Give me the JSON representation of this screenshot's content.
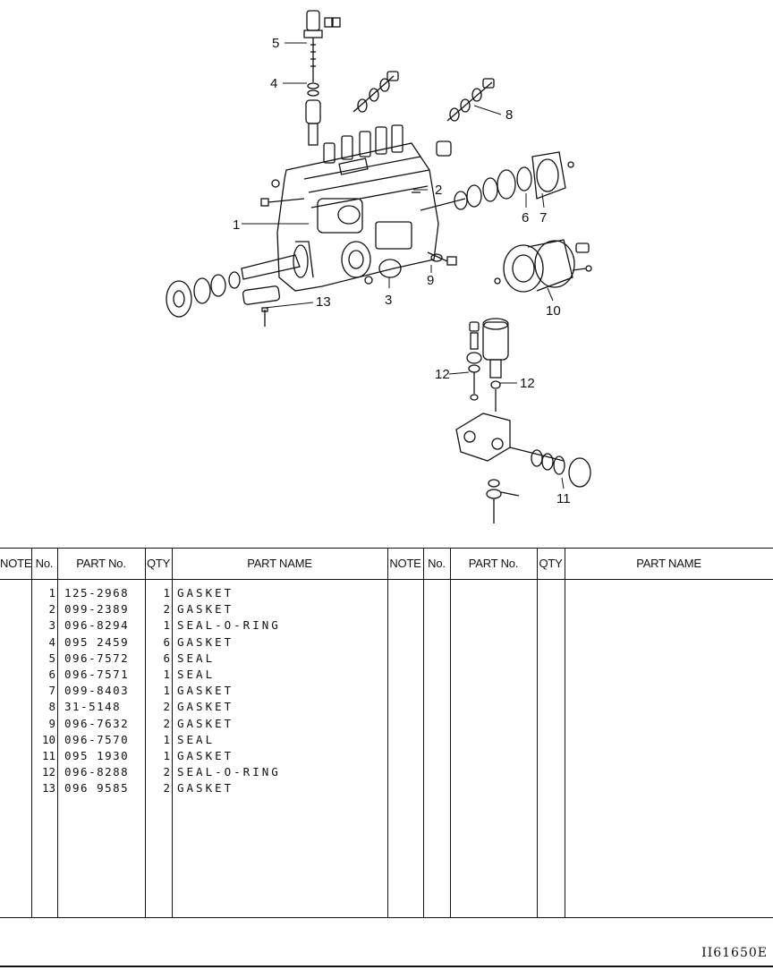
{
  "callouts": [
    "1",
    "2",
    "3",
    "4",
    "5",
    "6",
    "7",
    "8",
    "9",
    "10",
    "11",
    "12",
    "12",
    "13"
  ],
  "table": {
    "headers": [
      "NOTE",
      "No.",
      "PART No.",
      "QTY",
      "PART NAME",
      "NOTE",
      "No.",
      "PART No.",
      "QTY",
      "PART NAME"
    ],
    "rows": [
      {
        "no": "1",
        "part_no": "125-2968",
        "qty": "1",
        "name": "GASKET"
      },
      {
        "no": "2",
        "part_no": "099-2389",
        "qty": "2",
        "name": "GASKET"
      },
      {
        "no": "3",
        "part_no": "096-8294",
        "qty": "1",
        "name": "SEAL-O-RING"
      },
      {
        "no": "4",
        "part_no": "095 2459",
        "qty": "6",
        "name": "GASKET"
      },
      {
        "no": "5",
        "part_no": "096-7572",
        "qty": "6",
        "name": "SEAL"
      },
      {
        "no": "6",
        "part_no": "096-7571",
        "qty": "1",
        "name": "SEAL"
      },
      {
        "no": "7",
        "part_no": "099-8403",
        "qty": "1",
        "name": "GASKET"
      },
      {
        "no": "8",
        "part_no": "31-5148",
        "qty": "2",
        "name": "GASKET"
      },
      {
        "no": "9",
        "part_no": "096-7632",
        "qty": "2",
        "name": "GASKET"
      },
      {
        "no": "10",
        "part_no": "096-7570",
        "qty": "1",
        "name": "SEAL"
      },
      {
        "no": "11",
        "part_no": "095 1930",
        "qty": "1",
        "name": "GASKET"
      },
      {
        "no": "12",
        "part_no": "096-8288",
        "qty": "2",
        "name": "SEAL-O-RING"
      },
      {
        "no": "13",
        "part_no": "096 9585",
        "qty": "2",
        "name": "GASKET"
      }
    ]
  },
  "page_code": "II61650E"
}
